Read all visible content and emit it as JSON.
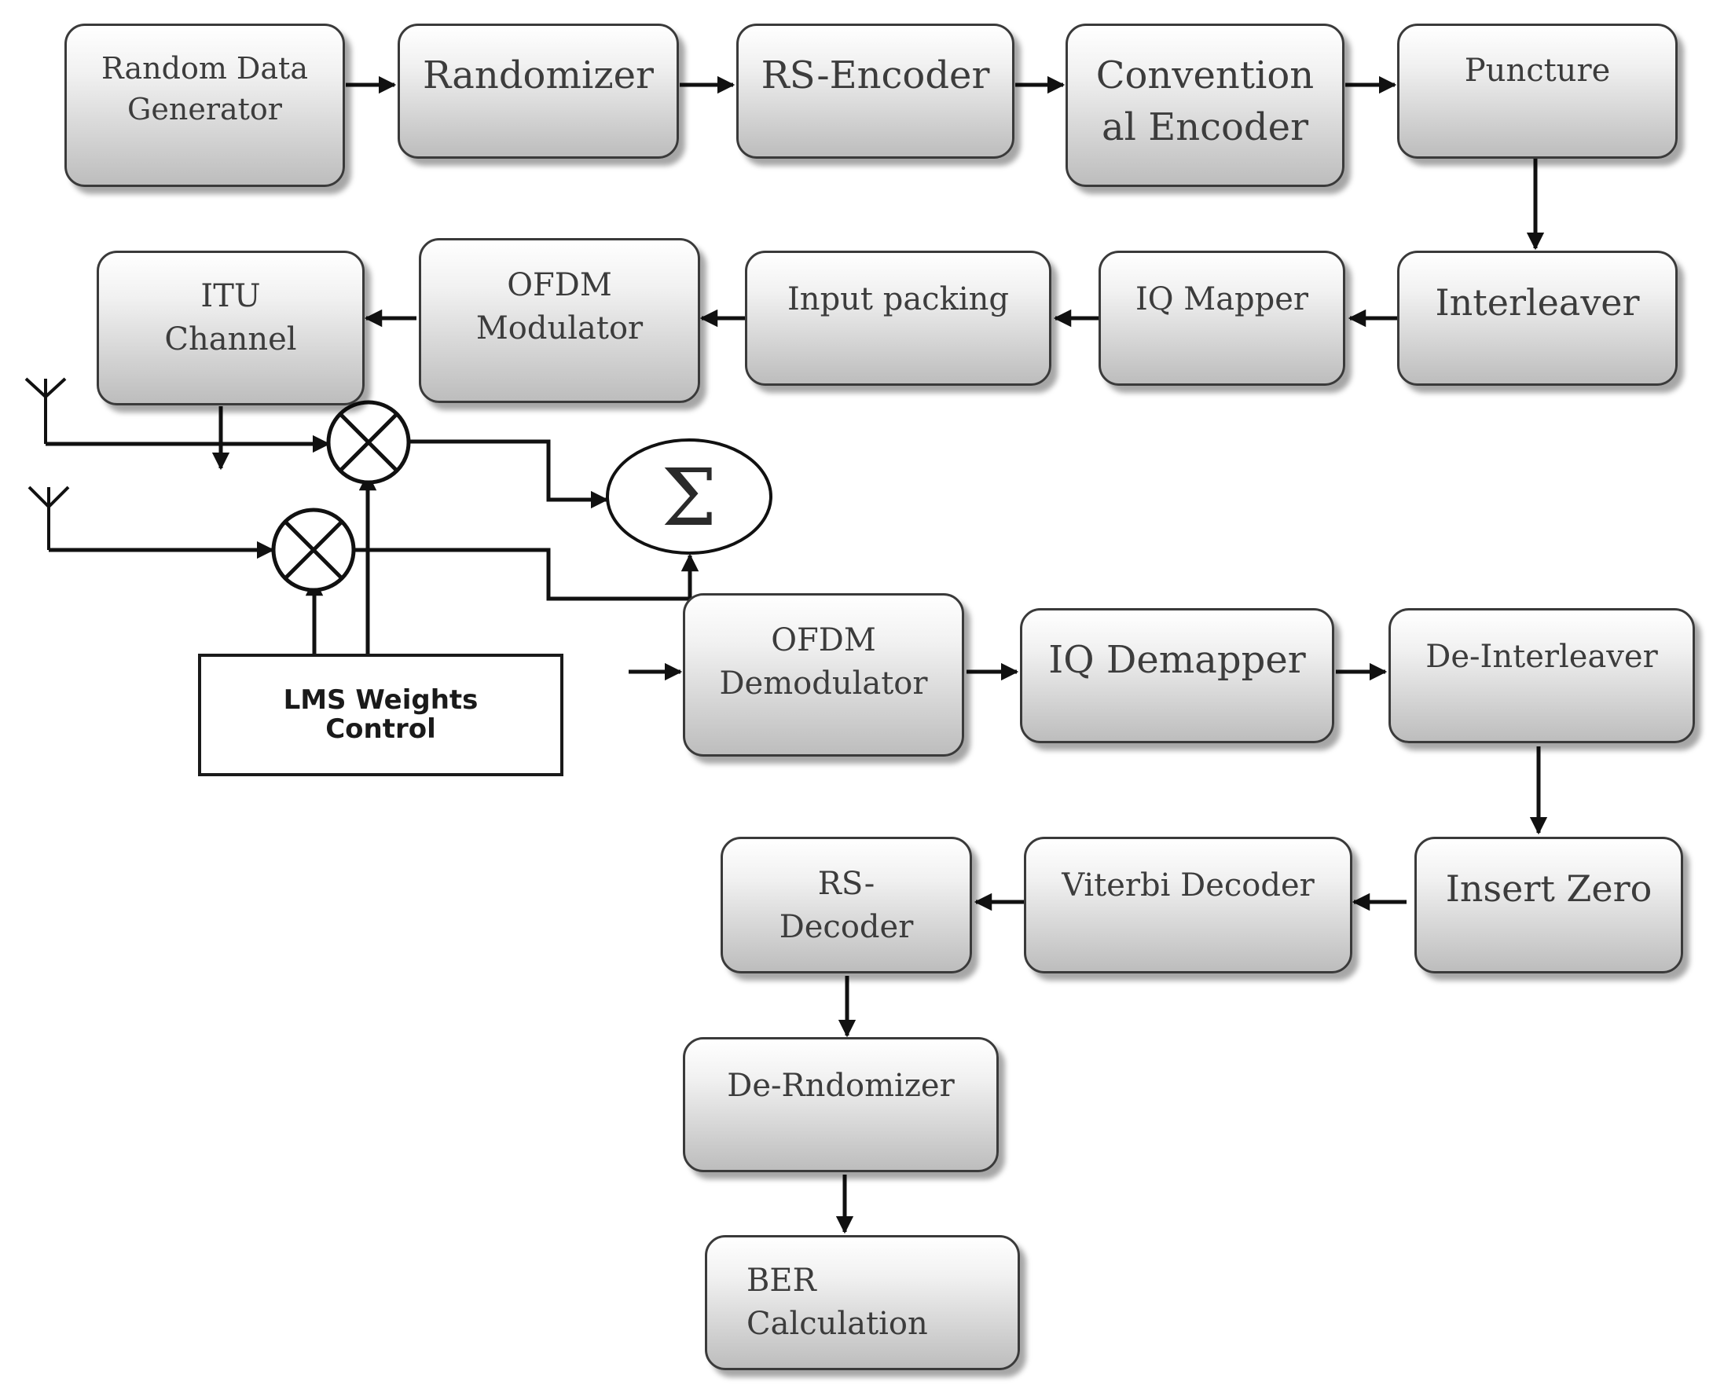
{
  "blocks": {
    "random_data_generator": [
      "Random Data",
      "Generator"
    ],
    "randomizer": [
      "Randomizer"
    ],
    "rs_encoder": [
      "RS-Encoder"
    ],
    "conventional_encoder": [
      "Convention",
      "al Encoder"
    ],
    "puncture": [
      "Puncture"
    ],
    "interleaver": [
      "Interleaver"
    ],
    "iq_mapper": [
      "IQ Mapper"
    ],
    "input_packing": [
      "Input packing"
    ],
    "ofdm_modulator": [
      "OFDM",
      "Modulator"
    ],
    "itu_channel": [
      "ITU",
      "Channel"
    ],
    "ofdm_demodulator": [
      "OFDM",
      "Demodulator"
    ],
    "iq_demapper": [
      "IQ Demapper"
    ],
    "de_interleaver": [
      "De-Interleaver"
    ],
    "insert_zero": [
      "Insert Zero"
    ],
    "viterbi_decoder": [
      "Viterbi Decoder"
    ],
    "rs_decoder": [
      "RS-",
      "Decoder"
    ],
    "de_randomizer": [
      "De-Rndomizer"
    ],
    "ber_calculation": [
      "BER",
      "Calculation"
    ]
  },
  "lms_weights_control": [
    "LMS Weights",
    "Control"
  ],
  "summer_symbol": "Σ"
}
